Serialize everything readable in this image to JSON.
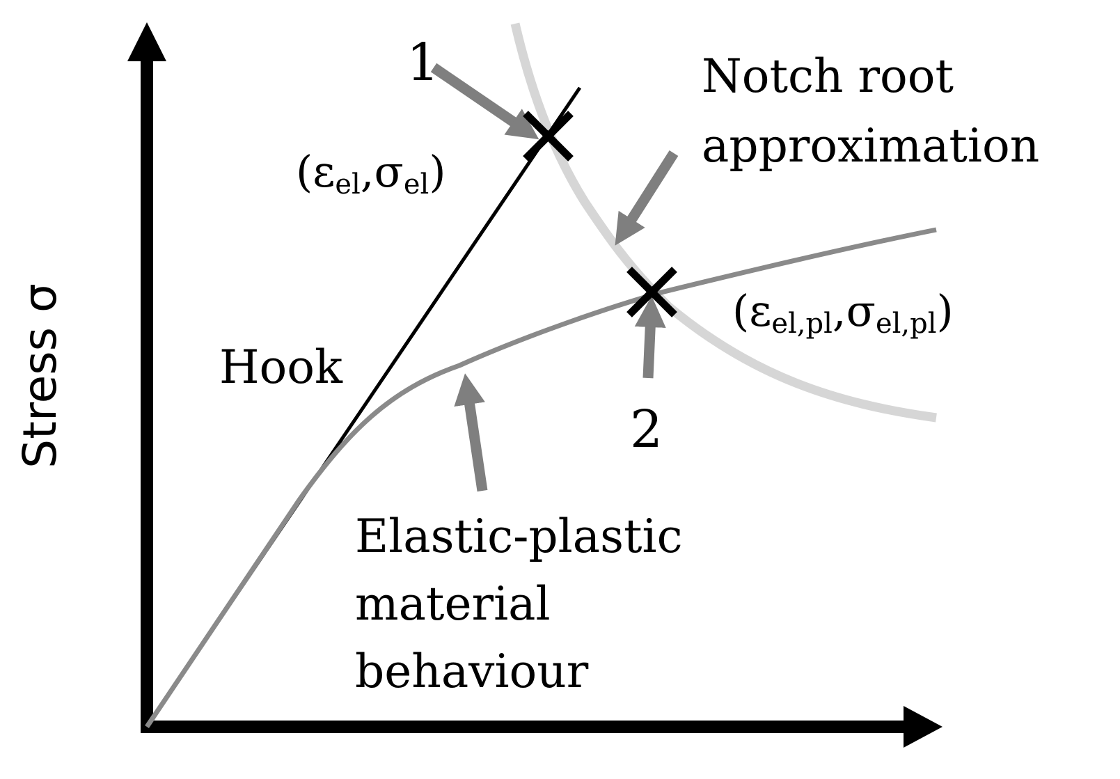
{
  "diagram": {
    "y_axis_label": "Stress σ",
    "hook_label": "Hook",
    "point1_number": "1",
    "point2_number": "2",
    "point1_coord": {
      "open": "(",
      "eps": "ε",
      "sub1": "el",
      "sep": ",",
      "sigma": "σ",
      "sub2": "el",
      "close": ")"
    },
    "point2_coord": {
      "open": "(",
      "eps": "ε",
      "sub1": "el,pl",
      "sep": ",",
      "sigma": "σ",
      "sub2": "el,pl",
      "close": ")"
    },
    "notch_label": [
      "Notch root",
      "approximation"
    ],
    "material_label": [
      "Elastic-plastic",
      "material",
      "behaviour"
    ]
  },
  "colors": {
    "axis": "#000000",
    "hook_line": "#000000",
    "material_curve": "#8a8a8a",
    "notch_curve": "#d6d6d6",
    "arrow": "#7f7f7f",
    "marker": "#000000"
  }
}
